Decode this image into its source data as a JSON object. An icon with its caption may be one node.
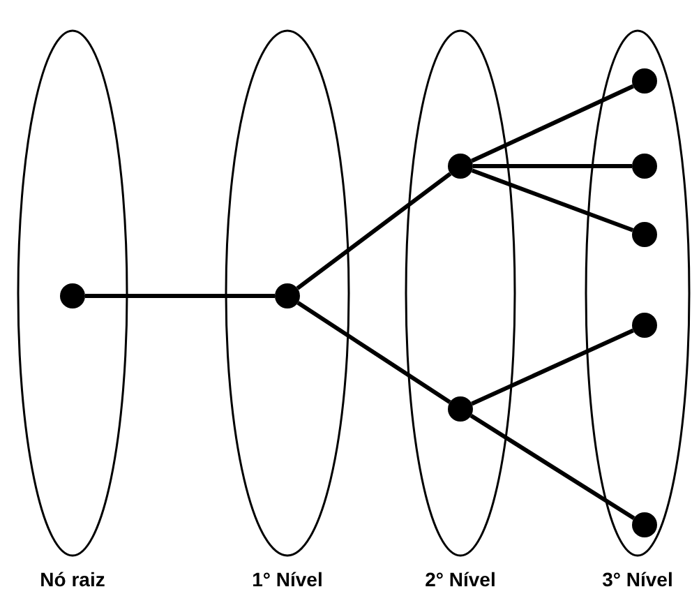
{
  "diagram": {
    "nodes": [
      {
        "text": [
          "Nó raiz"
        ]
      },
      {
        "text": [],
        "shape": "circle",
        "in": 0
      },
      {
        "text": [
          "1° Nível"
        ]
      },
      {
        "text": [],
        "shape": "circle",
        "in": 2
      },
      {
        "text": [
          "2° Nível"
        ]
      },
      {
        "text": [],
        "shape": "circle",
        "in": 4
      },
      {
        "text": [],
        "shape": "circle",
        "in": 4
      },
      {
        "text": [
          "3° Nível"
        ]
      },
      {
        "text": [],
        "shape": "circle",
        "in": 7
      },
      {
        "text": [],
        "shape": "circle",
        "in": 7
      },
      {
        "text": [],
        "shape": "circle",
        "in": 7
      },
      {
        "text": [],
        "shape": "circle",
        "in": 7
      },
      {
        "text": [],
        "shape": "circle",
        "in": 7
      }
    ],
    "edges": [
      {
        "from": 1,
        "to": 3,
        "arrow": "none"
      },
      {
        "from": 3,
        "to": 5,
        "arrow": "none"
      },
      {
        "from": 3,
        "to": 6,
        "arrow": "none"
      },
      {
        "from": 5,
        "to": 8,
        "arrow": "none"
      },
      {
        "from": 5,
        "to": 9,
        "arrow": "none"
      },
      {
        "from": 5,
        "to": 10,
        "arrow": "none"
      },
      {
        "from": 6,
        "to": 11,
        "arrow": "none"
      },
      {
        "from": 6,
        "to": 12,
        "arrow": "none"
      }
    ]
  }
}
